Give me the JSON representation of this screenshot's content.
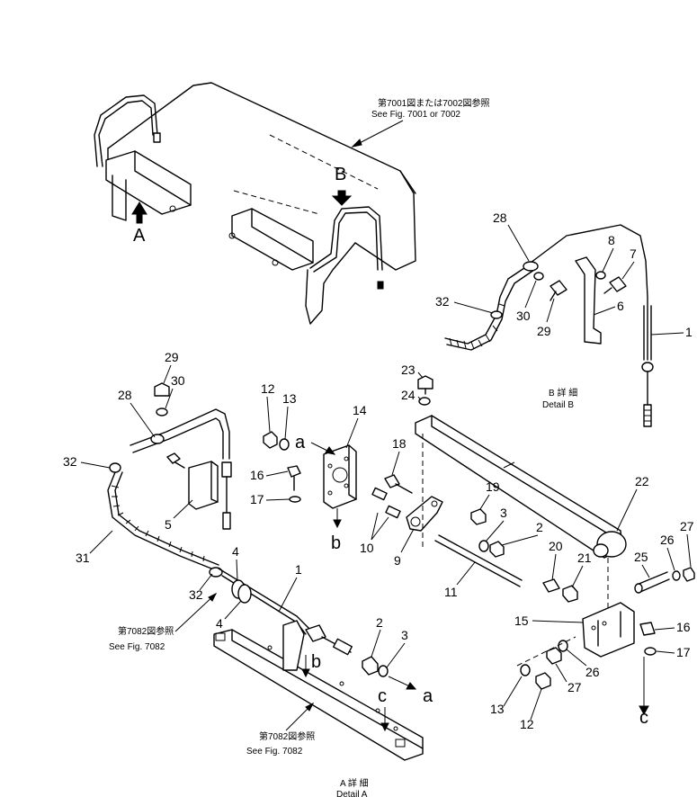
{
  "callouts": {
    "p1": "1",
    "p2": "2",
    "p3": "3",
    "p4": "4",
    "p5": "5",
    "p6": "6",
    "p7": "7",
    "p8": "8",
    "p9": "9",
    "p10": "10",
    "p11": "11",
    "p12": "12",
    "p13": "13",
    "p14": "14",
    "p15": "15",
    "p16": "16",
    "p17": "17",
    "p18": "18",
    "p19": "19",
    "p20": "20",
    "p21": "21",
    "p22": "22",
    "p23": "23",
    "p24": "24",
    "p25": "25",
    "p26": "26",
    "p27": "27",
    "p28": "28",
    "p29": "29",
    "p30": "30",
    "p31": "31",
    "p32": "32"
  },
  "view_letters": {
    "A": "A",
    "B": "B",
    "a": "a",
    "b": "b",
    "c": "c"
  },
  "references": {
    "top_jp": "第7001図または7002図参照",
    "top_en": "See Fig. 7001 or 7002",
    "left_jp": "第7082図参照",
    "left_en": "See Fig. 7082",
    "bottom_jp": "第7082図参照",
    "bottom_en": "See Fig. 7082"
  },
  "details": {
    "b_jp": "B 詳 細",
    "b_en": "Detail B",
    "a_jp": "A 詳 細",
    "a_en": "Detail A"
  }
}
